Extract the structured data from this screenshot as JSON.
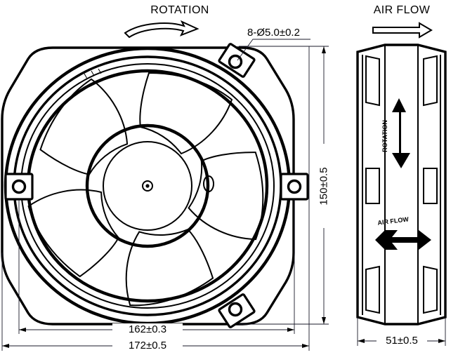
{
  "drawing": {
    "type": "engineering-drawing",
    "subject": "axial cooling fan",
    "units": "mm",
    "views": {
      "front": {
        "name": "front-view",
        "blade_count": 5,
        "mount_hole_count": 4
      },
      "side": {
        "name": "side-view"
      }
    }
  },
  "labels": {
    "rotation": "ROTATION",
    "air_flow": "AIR FLOW",
    "rotation_icon": "curved-arrow-icon",
    "air_flow_icon": "straight-arrow-icon"
  },
  "callouts": {
    "hole_spec": "8-Ø5.0±0.2"
  },
  "dimensions": {
    "front_height": "150±0.5",
    "front_hole_span": "162±0.3",
    "front_width": "172±0.5",
    "side_depth": "51±0.5"
  },
  "embossed": {
    "rotation_mark": "ROTATION",
    "air_flow_mark": "AIR FLOW"
  },
  "colors": {
    "line": "#000000",
    "dimension_line": "#1a1a2a",
    "background": "#ffffff"
  }
}
